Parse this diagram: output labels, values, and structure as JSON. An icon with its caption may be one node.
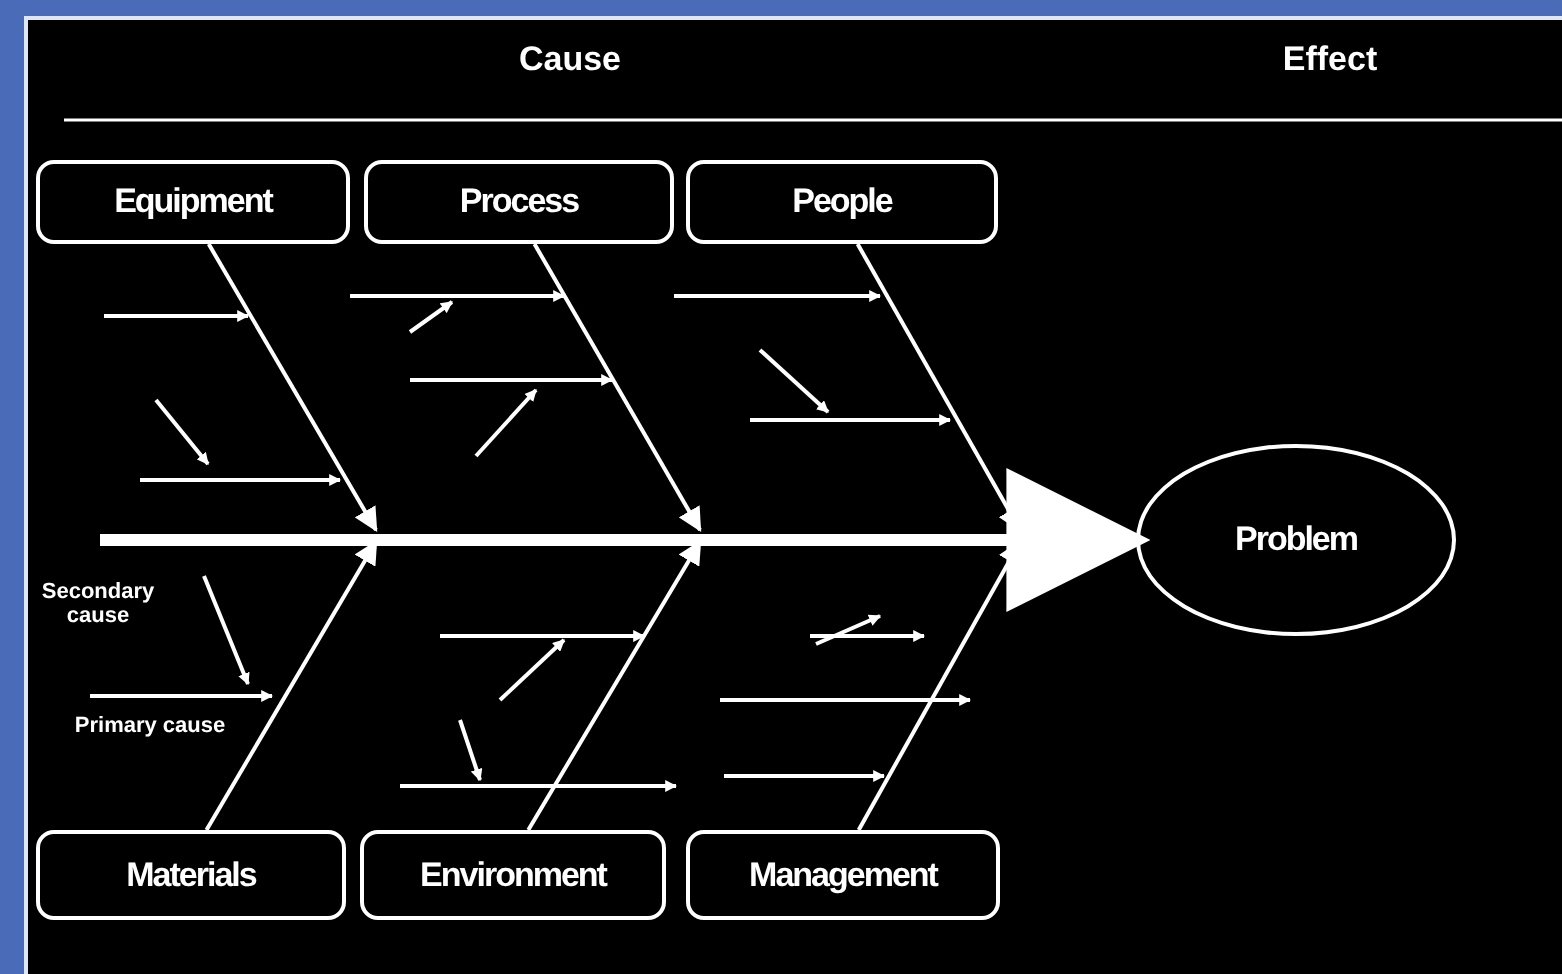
{
  "diagram": {
    "nodes": [
      {
        "text": [
          "Equipment"
        ]
      },
      {
        "text": [
          "Process"
        ]
      },
      {
        "text": [
          "People"
        ]
      },
      {
        "text": [
          "Materials"
        ]
      },
      {
        "text": [
          "Environment"
        ]
      },
      {
        "text": [
          "Management"
        ]
      },
      {
        "text": [
          "Problem"
        ]
      }
    ],
    "edges": [
      {
        "from": 0,
        "to": null,
        "arrow": "to"
      },
      {
        "from": 1,
        "to": null,
        "arrow": "to"
      },
      {
        "from": 2,
        "to": null,
        "arrow": "to"
      },
      {
        "from": 3,
        "to": null,
        "arrow": "to"
      },
      {
        "from": 4,
        "to": null,
        "arrow": "to"
      },
      {
        "from": 5,
        "to": null,
        "arrow": "to"
      },
      {
        "from": null,
        "to": 6,
        "arrow": "to",
        "style": "thick"
      }
    ],
    "labels": [
      "Cause",
      "Effect",
      "Secondary cause",
      "Primary cause"
    ]
  }
}
